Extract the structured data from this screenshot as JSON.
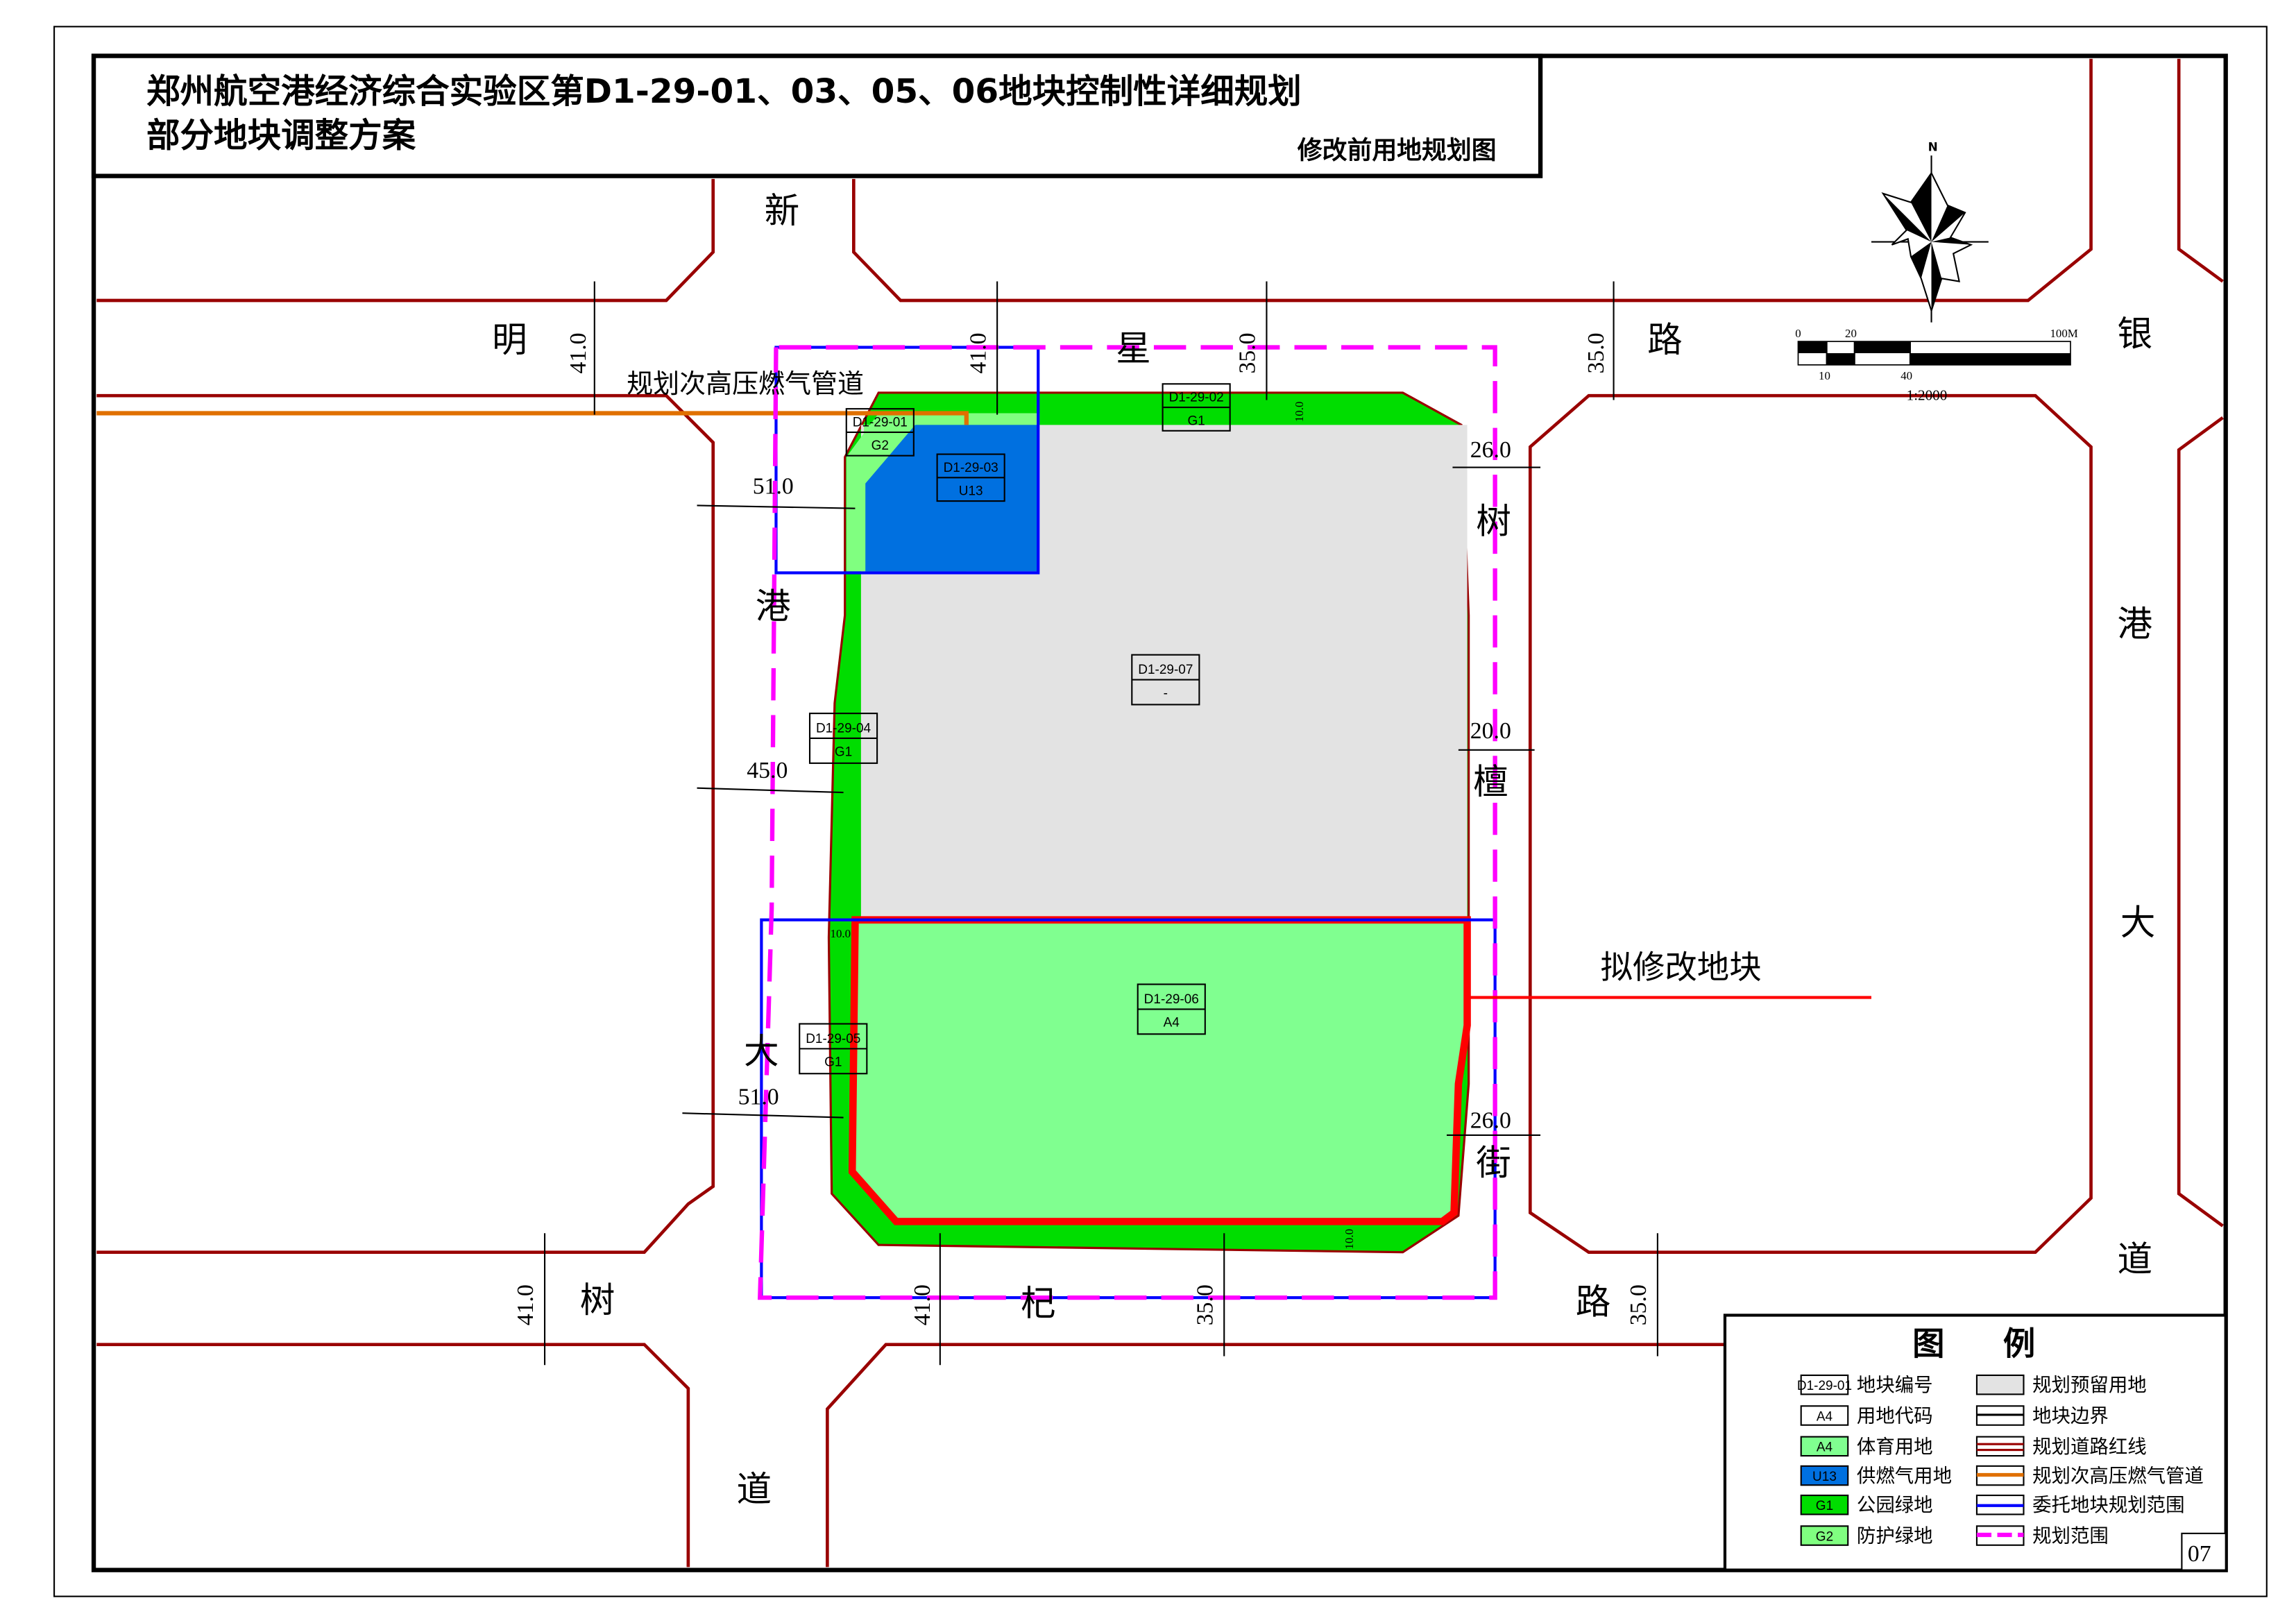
{
  "title": {
    "line1": "郑州航空港经济综合实验区第D1-29-01、03、05、06地块控制性详细规划",
    "line2": "部分地块调整方案",
    "subtitle": "修改前用地规划图"
  },
  "roads": {
    "top_left_1": "新",
    "top_left_2": "明",
    "top_mid": "星",
    "top_right": "路",
    "left_1": "港",
    "left_2": "大",
    "right_1": "树",
    "right_2": "檀",
    "right_3": "街",
    "bottom_left": "树",
    "bottom_mid": "杞",
    "bottom_right": "路",
    "bottom_road": "道",
    "far_right_1": "银",
    "far_right_2": "港",
    "far_right_3": "大",
    "far_right_4": "道"
  },
  "pipeline_label": "规划次高压燃气管道",
  "modify_label": "拟修改地块",
  "dimensions": {
    "d_top_a": "41.0",
    "d_top_b": "41.0",
    "d_top_c": "35.0",
    "d_top_d": "35.0",
    "d_right_a": "26.0",
    "d_right_b": "20.0",
    "d_right_c": "26.0",
    "d_left_a": "51.0",
    "d_left_b": "45.0",
    "d_left_c": "51.0",
    "d_bot_a": "41.0",
    "d_bot_b": "41.0",
    "d_bot_c": "35.0",
    "d_bot_d": "35.0",
    "d_small_a": "10.0",
    "d_small_b": "10.0",
    "d_small_c": "10.0"
  },
  "parcels": [
    {
      "id": "D1-29-01",
      "code": "G2"
    },
    {
      "id": "D1-29-02",
      "code": "G1"
    },
    {
      "id": "D1-29-03",
      "code": "U13"
    },
    {
      "id": "D1-29-04",
      "code": "G1"
    },
    {
      "id": "D1-29-05",
      "code": "G1"
    },
    {
      "id": "D1-29-06",
      "code": "A4"
    },
    {
      "id": "D1-29-07",
      "code": "-"
    }
  ],
  "north": "N",
  "scale": {
    "t0": "0",
    "t20": "20",
    "t100": "100M",
    "t10": "10",
    "t40": "40",
    "ratio": "1:2000"
  },
  "legend": {
    "title_1": "图",
    "title_2": "例",
    "items": [
      {
        "swatch": "D1-29-01",
        "label": "地块编号"
      },
      {
        "swatch": "A4",
        "label": "用地代码"
      },
      {
        "swatch": "A4",
        "label": "体育用地"
      },
      {
        "swatch": "U13",
        "label": "供燃气用地"
      },
      {
        "swatch": "G1",
        "label": "公园绿地"
      },
      {
        "swatch": "G2",
        "label": "防护绿地"
      },
      {
        "label": "规划预留用地"
      },
      {
        "label": "地块边界"
      },
      {
        "label": "规划道路红线"
      },
      {
        "label": "规划次高压燃气管道"
      },
      {
        "label": "委托地块规划范围"
      },
      {
        "label": "规划范围"
      }
    ]
  },
  "sheet_number": "07",
  "colors": {
    "road": "#990000",
    "G1": "#00dd00",
    "G2": "#80ff80",
    "U13": "#0070e0",
    "A4": "#80ff90",
    "reserve": "#e3e3e3",
    "pipeline": "#e07000",
    "range": "#ff00ff",
    "entrusted": "#0000ff",
    "modify": "#ff0000"
  }
}
